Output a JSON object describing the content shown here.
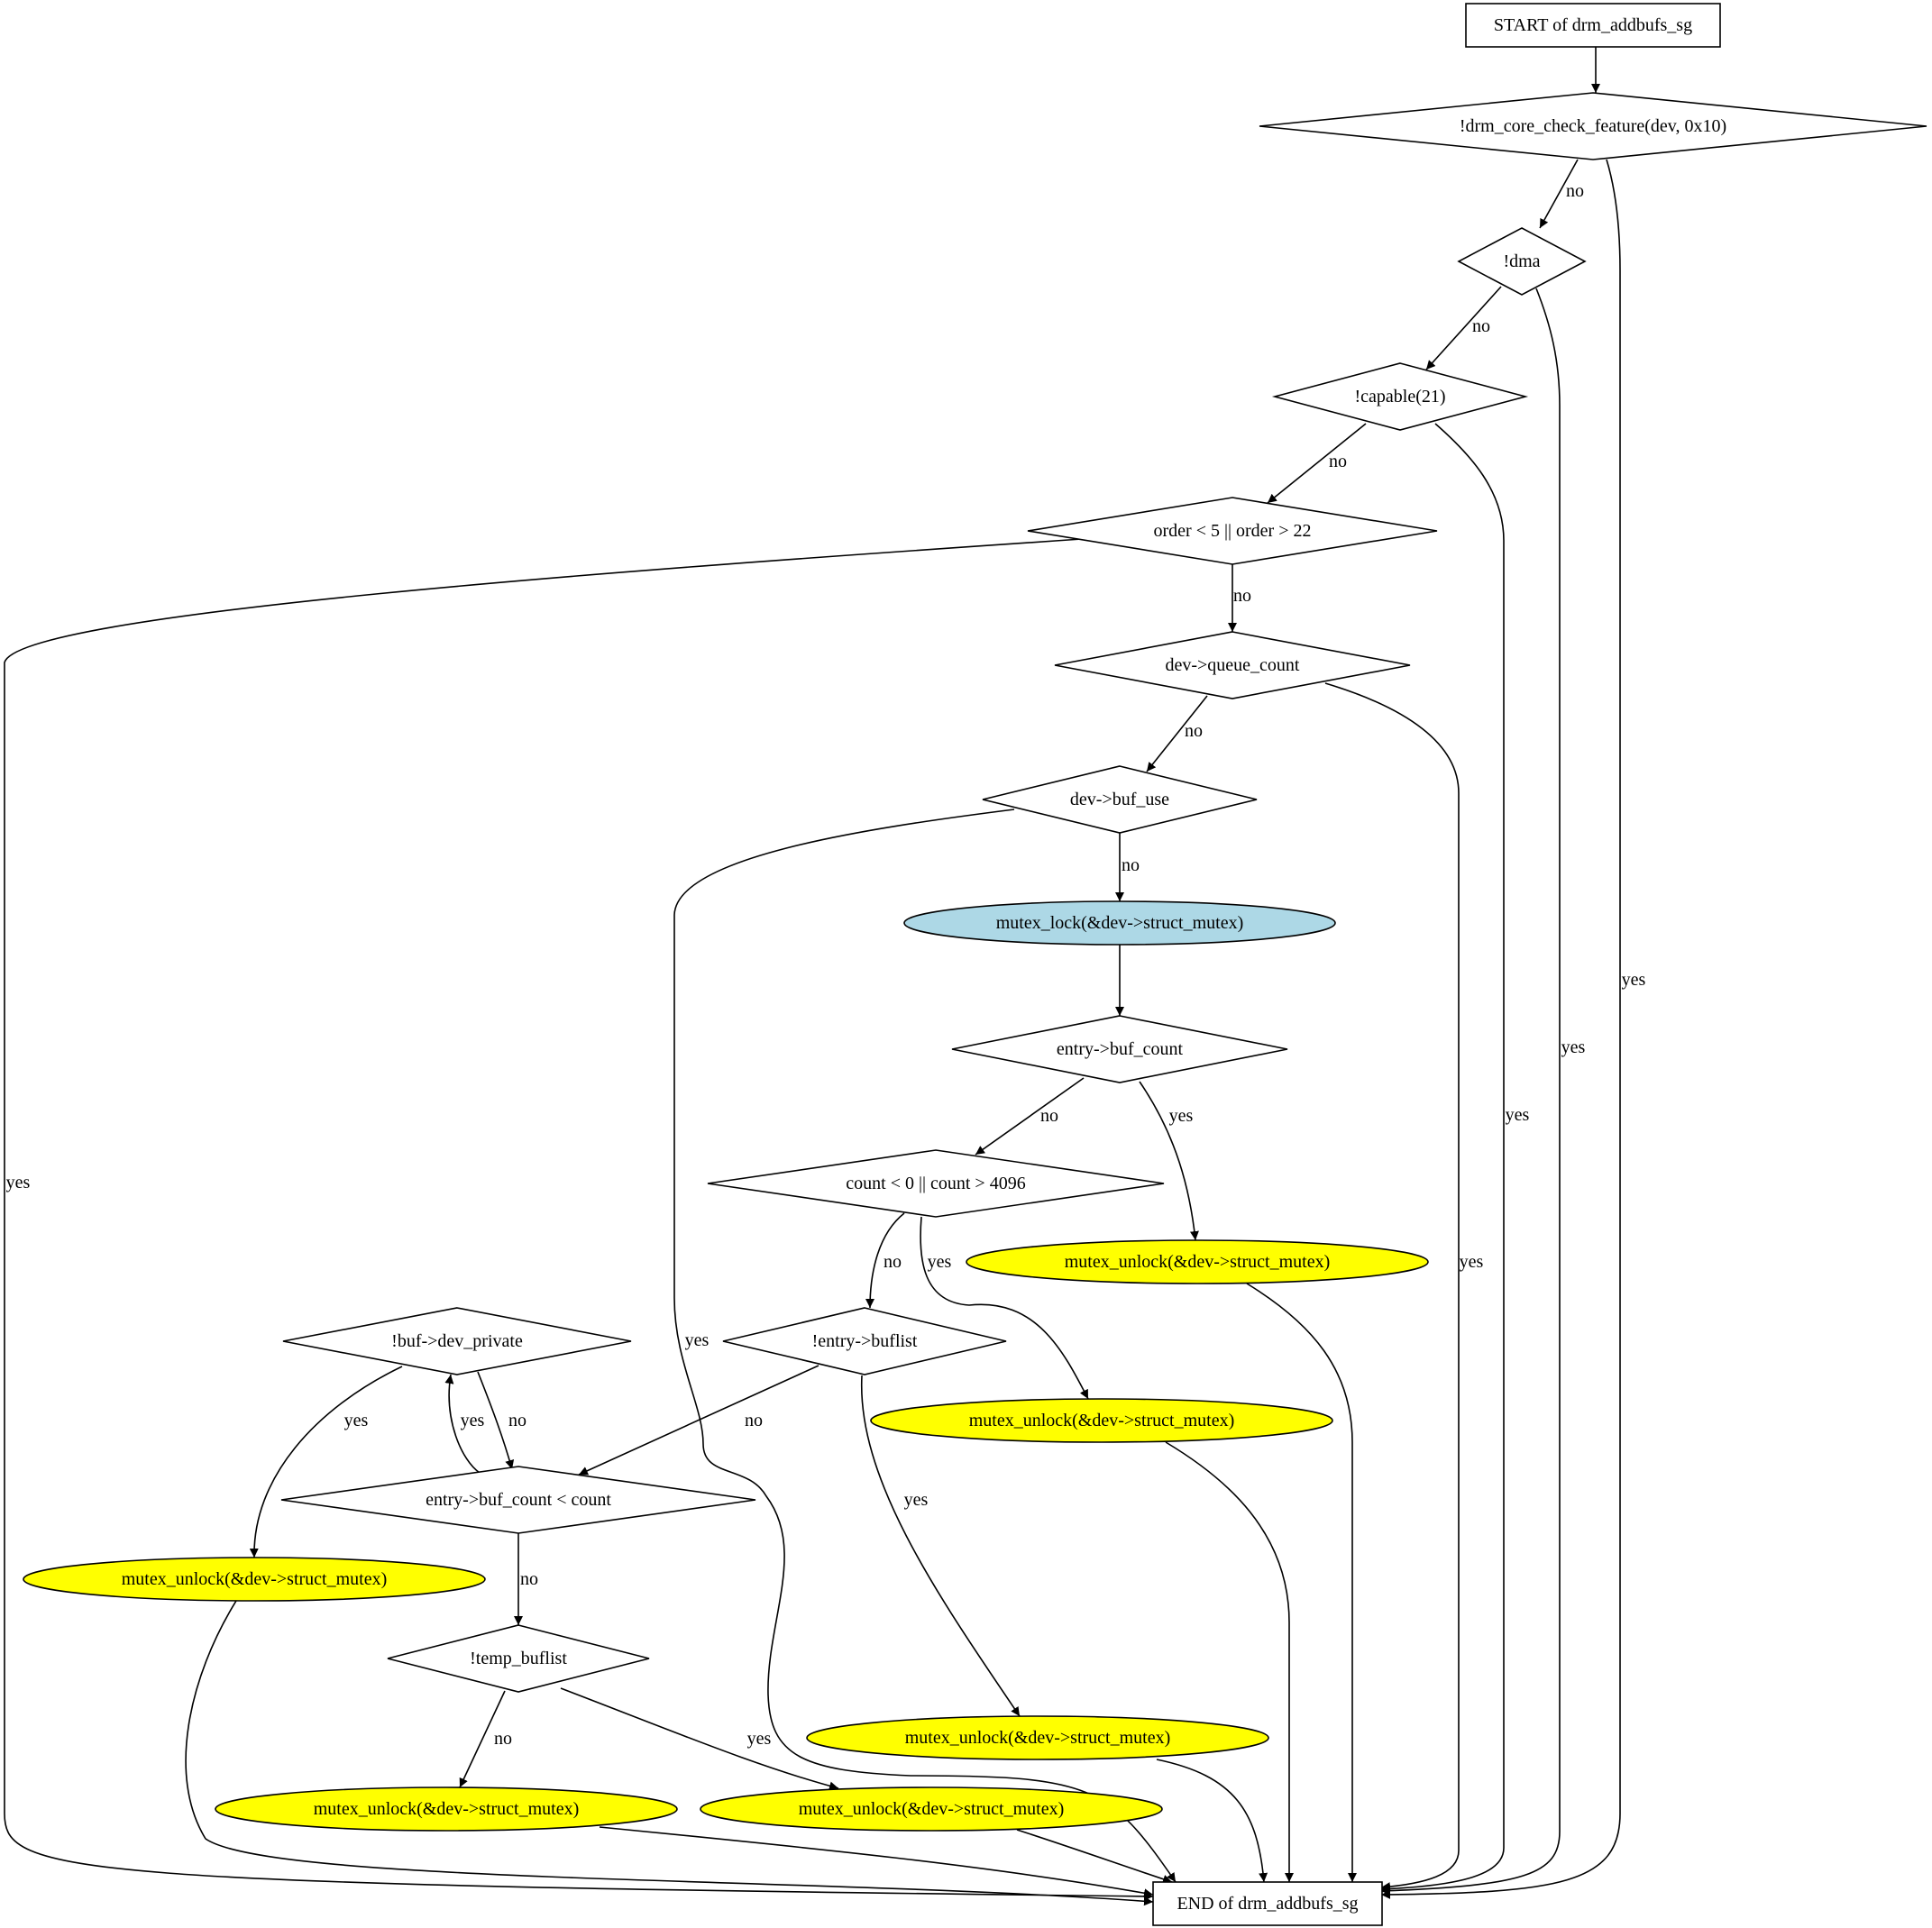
{
  "nodes": {
    "start": {
      "label": "START of drm_addbufs_sg",
      "shape": "box",
      "fill": "#ffffff"
    },
    "check_feature": {
      "label": "!drm_core_check_feature(dev, 0x10)",
      "shape": "diamond",
      "fill": "#ffffff"
    },
    "dma": {
      "label": "!dma",
      "shape": "diamond",
      "fill": "#ffffff"
    },
    "capable": {
      "label": "!capable(21)",
      "shape": "diamond",
      "fill": "#ffffff"
    },
    "order": {
      "label": "order < 5 || order > 22",
      "shape": "diamond",
      "fill": "#ffffff"
    },
    "queue_count": {
      "label": "dev->queue_count",
      "shape": "diamond",
      "fill": "#ffffff"
    },
    "buf_use": {
      "label": "dev->buf_use",
      "shape": "diamond",
      "fill": "#ffffff"
    },
    "mutex_lock": {
      "label": "mutex_lock(&dev->struct_mutex)",
      "shape": "ellipse",
      "fill": "#add8e6"
    },
    "entry_buf_count": {
      "label": "entry->buf_count",
      "shape": "diamond",
      "fill": "#ffffff"
    },
    "count_check": {
      "label": "count < 0 || count > 4096",
      "shape": "diamond",
      "fill": "#ffffff"
    },
    "unlock_a": {
      "label": "mutex_unlock(&dev->struct_mutex)",
      "shape": "ellipse",
      "fill": "#ffff00"
    },
    "entry_buflist": {
      "label": "!entry->buflist",
      "shape": "diamond",
      "fill": "#ffffff"
    },
    "buf_dev_private": {
      "label": "!buf->dev_private",
      "shape": "diamond",
      "fill": "#ffffff"
    },
    "unlock_b": {
      "label": "mutex_unlock(&dev->struct_mutex)",
      "shape": "ellipse",
      "fill": "#ffff00"
    },
    "buf_count_lt": {
      "label": "entry->buf_count < count",
      "shape": "diamond",
      "fill": "#ffffff"
    },
    "unlock_c": {
      "label": "mutex_unlock(&dev->struct_mutex)",
      "shape": "ellipse",
      "fill": "#ffff00"
    },
    "temp_buflist": {
      "label": "!temp_buflist",
      "shape": "diamond",
      "fill": "#ffffff"
    },
    "unlock_d": {
      "label": "mutex_unlock(&dev->struct_mutex)",
      "shape": "ellipse",
      "fill": "#ffff00"
    },
    "unlock_e": {
      "label": "mutex_unlock(&dev->struct_mutex)",
      "shape": "ellipse",
      "fill": "#ffff00"
    },
    "unlock_f": {
      "label": "mutex_unlock(&dev->struct_mutex)",
      "shape": "ellipse",
      "fill": "#ffff00"
    },
    "end": {
      "label": "END of drm_addbufs_sg",
      "shape": "box",
      "fill": "#ffffff"
    }
  },
  "edges": [
    {
      "from": "start",
      "to": "check_feature",
      "label": ""
    },
    {
      "from": "check_feature",
      "to": "dma",
      "label": "no"
    },
    {
      "from": "check_feature",
      "to": "end",
      "label": "yes"
    },
    {
      "from": "dma",
      "to": "capable",
      "label": "no"
    },
    {
      "from": "dma",
      "to": "end",
      "label": "yes"
    },
    {
      "from": "capable",
      "to": "order",
      "label": "no"
    },
    {
      "from": "capable",
      "to": "end",
      "label": "yes"
    },
    {
      "from": "order",
      "to": "queue_count",
      "label": "no"
    },
    {
      "from": "order",
      "to": "end",
      "label": "yes"
    },
    {
      "from": "queue_count",
      "to": "buf_use",
      "label": "no"
    },
    {
      "from": "queue_count",
      "to": "end",
      "label": "yes"
    },
    {
      "from": "buf_use",
      "to": "mutex_lock",
      "label": "no"
    },
    {
      "from": "buf_use",
      "to": "end",
      "label": "yes"
    },
    {
      "from": "mutex_lock",
      "to": "entry_buf_count",
      "label": ""
    },
    {
      "from": "entry_buf_count",
      "to": "count_check",
      "label": "no"
    },
    {
      "from": "entry_buf_count",
      "to": "unlock_a",
      "label": "yes"
    },
    {
      "from": "count_check",
      "to": "entry_buflist",
      "label": "no"
    },
    {
      "from": "count_check",
      "to": "unlock_b",
      "label": "yes"
    },
    {
      "from": "unlock_a",
      "to": "end",
      "label": ""
    },
    {
      "from": "entry_buflist",
      "to": "buf_count_lt",
      "label": "no"
    },
    {
      "from": "entry_buflist",
      "to": "unlock_e",
      "label": "yes"
    },
    {
      "from": "buf_dev_private",
      "to": "unlock_c",
      "label": "yes"
    },
    {
      "from": "buf_dev_private",
      "to": "buf_count_lt",
      "label": "no"
    },
    {
      "from": "buf_count_lt",
      "to": "buf_dev_private",
      "label": "yes"
    },
    {
      "from": "buf_count_lt",
      "to": "temp_buflist",
      "label": "no"
    },
    {
      "from": "unlock_b",
      "to": "end",
      "label": ""
    },
    {
      "from": "unlock_c",
      "to": "end",
      "label": ""
    },
    {
      "from": "temp_buflist",
      "to": "unlock_d",
      "label": "no"
    },
    {
      "from": "temp_buflist",
      "to": "unlock_f",
      "label": "yes"
    },
    {
      "from": "unlock_e",
      "to": "end",
      "label": ""
    },
    {
      "from": "unlock_d",
      "to": "end",
      "label": ""
    },
    {
      "from": "unlock_f",
      "to": "end",
      "label": ""
    }
  ]
}
